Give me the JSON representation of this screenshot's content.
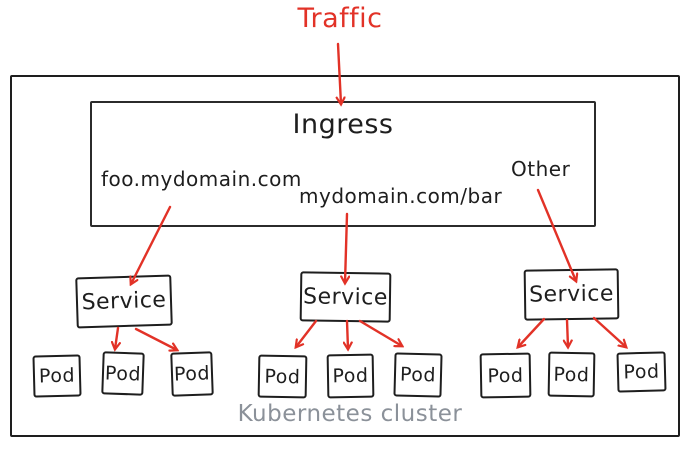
{
  "diagram": {
    "traffic_label": "Traffic",
    "ingress": {
      "title": "Ingress",
      "rules": [
        {
          "label": "foo.mydomain.com"
        },
        {
          "label": "mydomain.com/bar"
        },
        {
          "label": "Other"
        }
      ]
    },
    "services": [
      {
        "label": "Service",
        "pods": [
          {
            "label": "Pod"
          },
          {
            "label": "Pod"
          },
          {
            "label": "Pod"
          }
        ]
      },
      {
        "label": "Service",
        "pods": [
          {
            "label": "Pod"
          },
          {
            "label": "Pod"
          },
          {
            "label": "Pod"
          }
        ]
      },
      {
        "label": "Service",
        "pods": [
          {
            "label": "Pod"
          },
          {
            "label": "Pod"
          },
          {
            "label": "Pod"
          }
        ]
      }
    ],
    "cluster_label": "Kubernetes cluster",
    "colors": {
      "arrow_red": "#e23227",
      "ink_black": "#1e1e1e",
      "muted_gray": "#8b9199",
      "background": "#ffffff"
    }
  }
}
